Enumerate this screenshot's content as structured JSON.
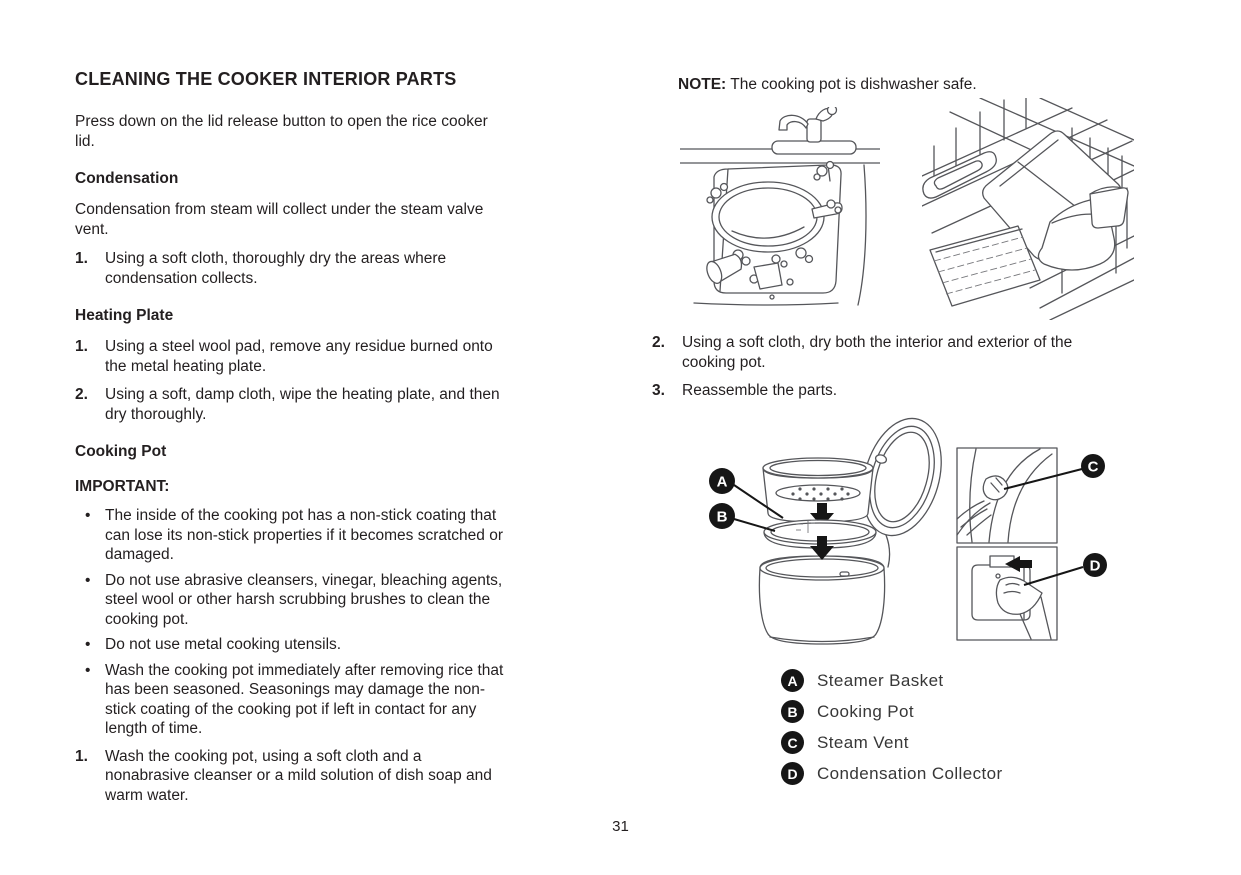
{
  "doc": {
    "title": "CLEANING THE COOKER INTERIOR PARTS",
    "intro": "Press down on the lid release button to open the rice cooker\nlid.",
    "bullet_char": "•",
    "condensation": {
      "heading": "Condensation",
      "body": "Condensation from steam will collect under the steam valve\nvent.",
      "steps": [
        {
          "num": "1.",
          "text": "Using a soft cloth, thoroughly dry the areas where\ncondensation collects."
        }
      ]
    },
    "heating_plate": {
      "heading": "Heating Plate",
      "steps": [
        {
          "num": "1.",
          "text": "Using a steel wool pad, remove any residue burned onto\nthe metal heating plate."
        },
        {
          "num": "2.",
          "text": "Using a soft, damp cloth, wipe the heating plate, and then\ndry thoroughly."
        }
      ]
    },
    "cooking_pot": {
      "heading": "Cooking Pot",
      "important_label": "IMPORTANT:",
      "bullets": [
        "The inside of the cooking pot has a non-stick coating that\ncan lose its non-stick properties if it becomes scratched or\ndamaged.",
        "Do not use abrasive cleansers, vinegar, bleaching agents,\nsteel wool or other harsh scrubbing brushes to clean the\ncooking pot.",
        "Do not use metal cooking utensils.",
        "Wash the cooking pot immediately after removing rice that\nhas been seasoned. Seasonings may damage the non-\nstick coating of the cooking pot if left in contact for any\nlength of time."
      ],
      "steps": [
        {
          "num": "1.",
          "text": "Wash the cooking pot, using a soft cloth and a\nnonabrasive cleanser or a mild solution of dish soap and\nwarm water."
        }
      ]
    }
  },
  "note": {
    "label": "NOTE:",
    "text": " The cooking pot is dishwasher safe."
  },
  "right_steps": [
    {
      "num": "2.",
      "text": "Using a soft cloth, dry both the interior and exterior of the\ncooking pot."
    },
    {
      "num": "3.",
      "text": "Reassemble the parts."
    }
  ],
  "diagram": {
    "labels": {
      "a": "A",
      "b": "B",
      "c": "C",
      "d": "D"
    }
  },
  "legend": {
    "items": [
      {
        "key": "A",
        "label": "Steamer Basket"
      },
      {
        "key": "B",
        "label": "Cooking Pot"
      },
      {
        "key": "C",
        "label": "Steam Vent"
      },
      {
        "key": "D",
        "label": "Condensation Collector"
      }
    ]
  },
  "page_number": "31",
  "colors": {
    "text": "#231f20",
    "background": "#ffffff",
    "line_art": "#55565a",
    "badge": "#161616"
  }
}
